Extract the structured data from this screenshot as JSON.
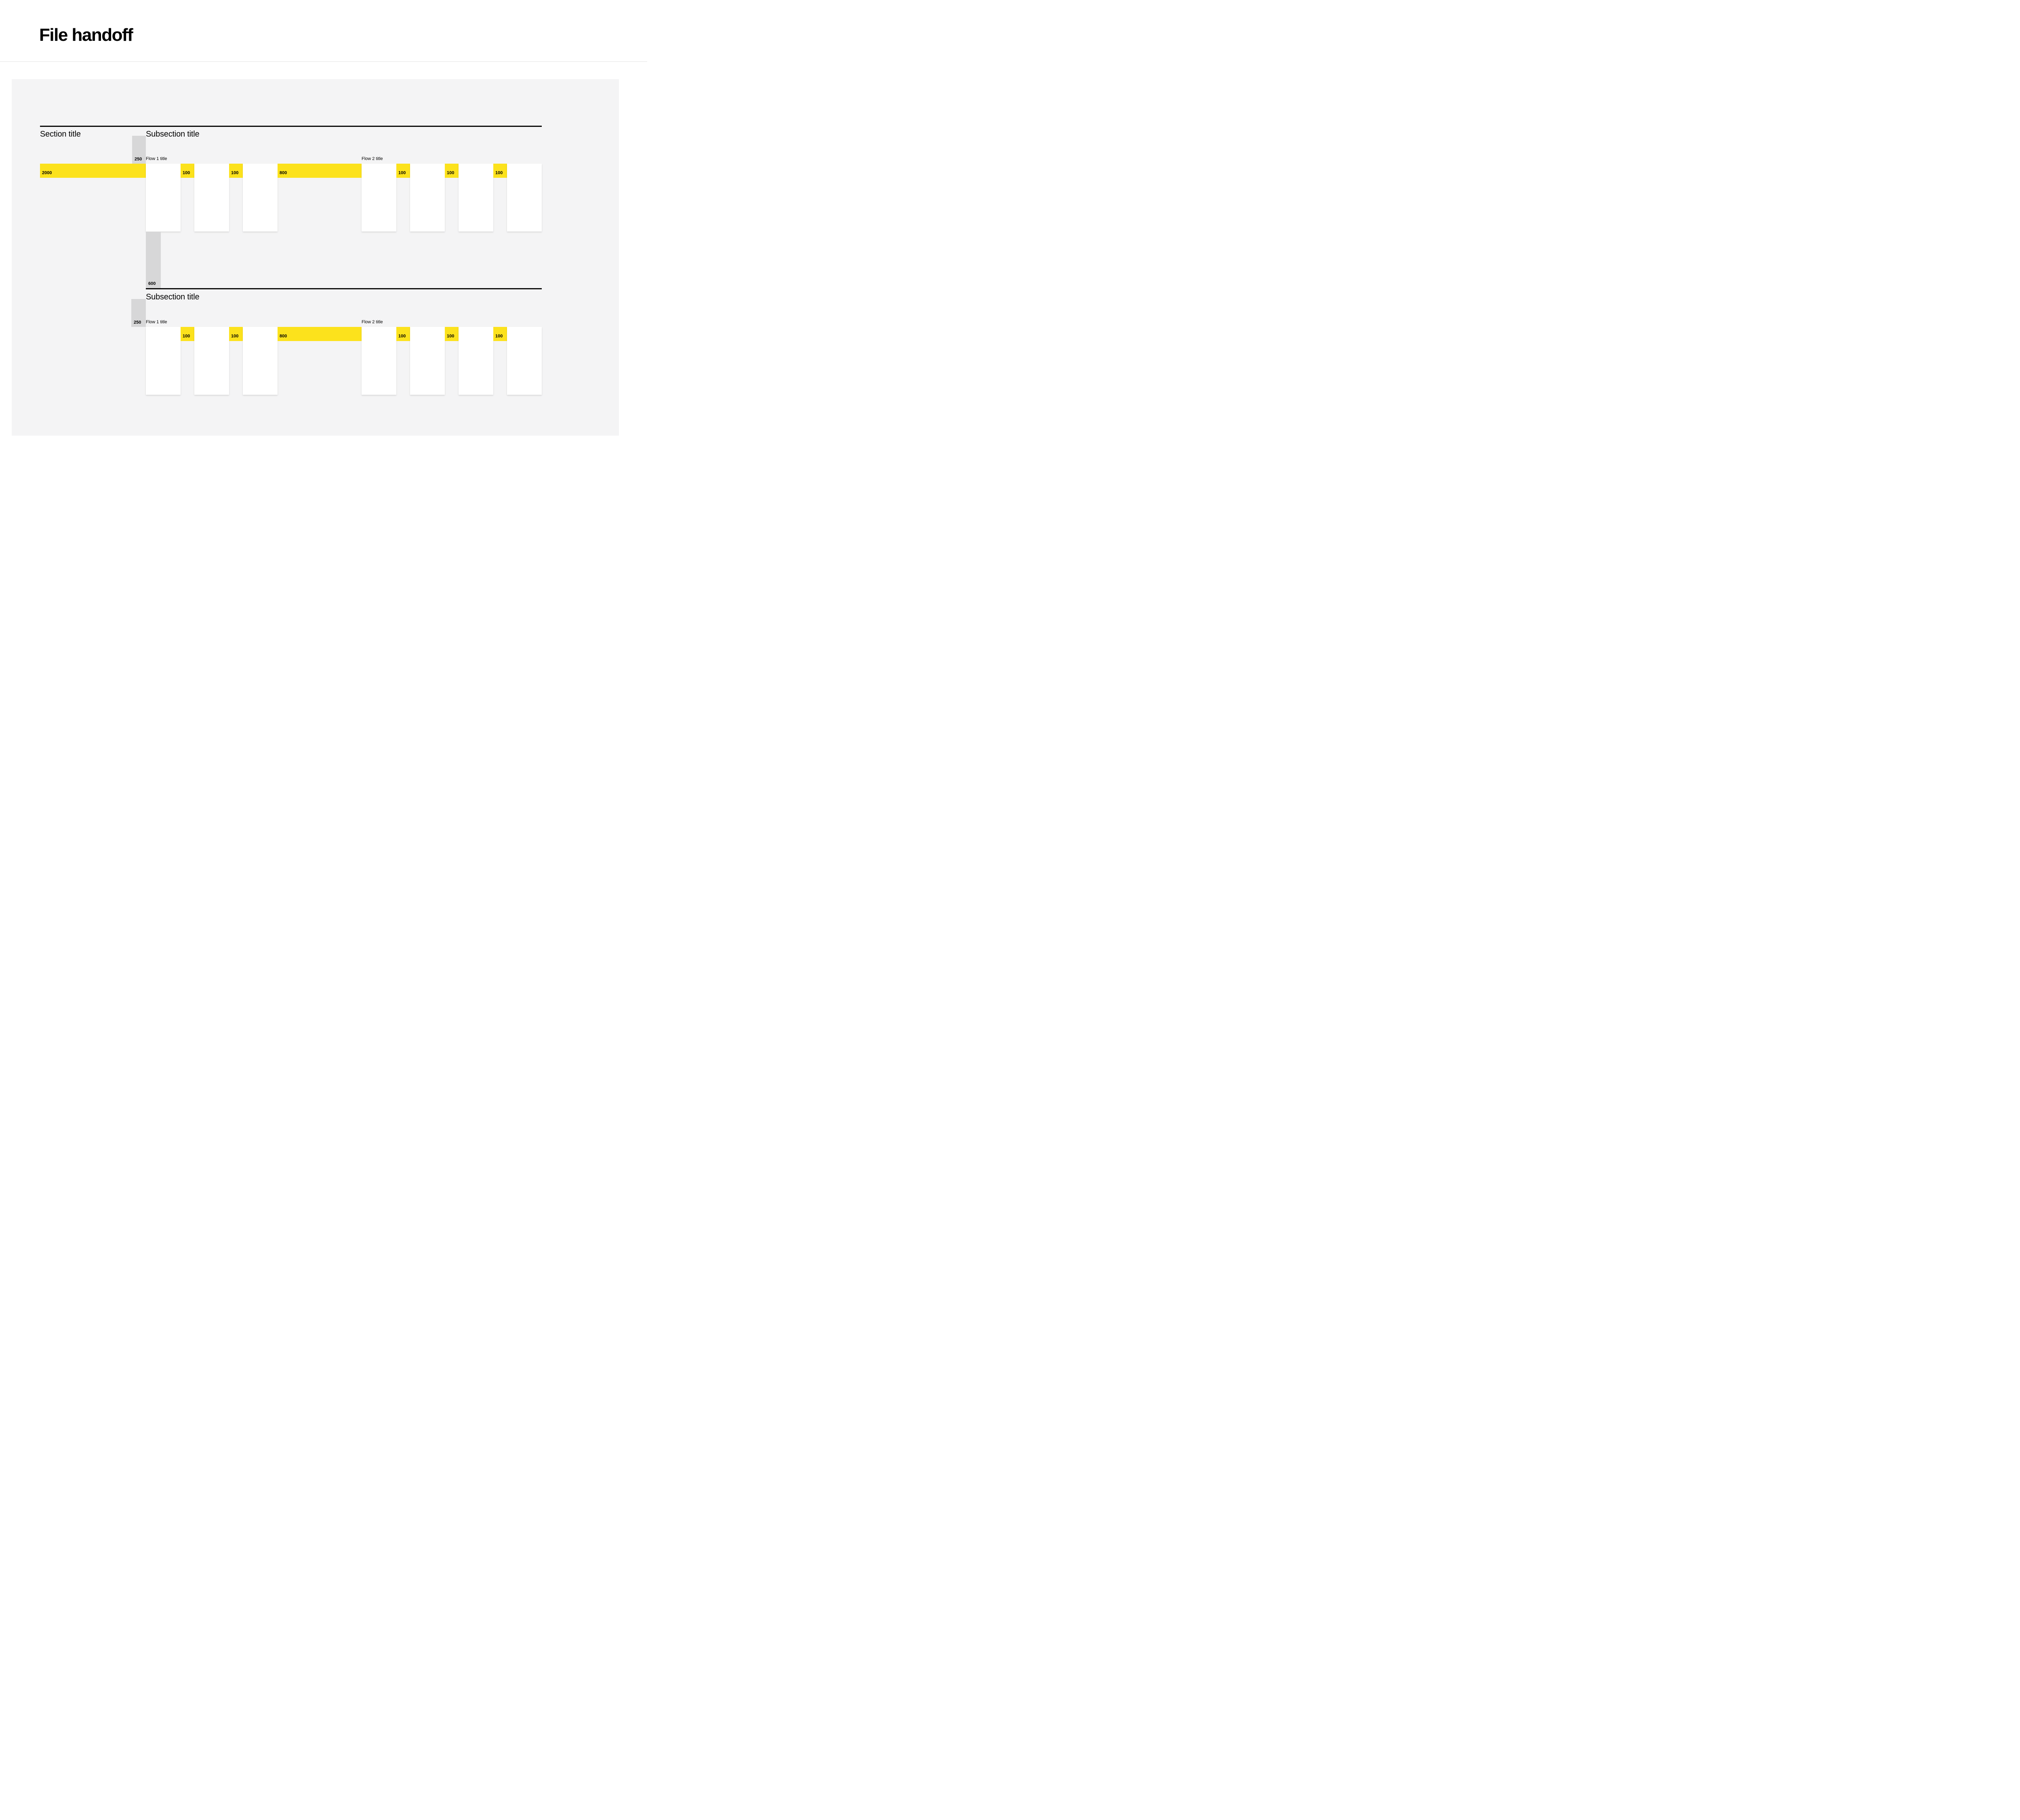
{
  "header": {
    "title": "File handoff"
  },
  "colors": {
    "accent_yellow": "#FCE21C",
    "spacer_gray": "#D7D7D8",
    "panel_background": "#F4F4F5",
    "divider_black": "#0B0B0B",
    "header_border": "#E2E2E2"
  },
  "panel": {
    "section": {
      "title": "Section title"
    },
    "subsection1": {
      "title": "Subsection title",
      "spacer_250": "250",
      "section_gap": "2000",
      "flow1": {
        "title": "Flow 1 title",
        "gaps": [
          "100",
          "100"
        ]
      },
      "flow_gap": "800",
      "flow2": {
        "title": "Flow 2 title",
        "gaps": [
          "100",
          "100",
          "100"
        ]
      },
      "row_gap": "600"
    },
    "subsection2": {
      "title": "Subsection title",
      "spacer_250": "250",
      "flow1": {
        "title": "Flow 1 title",
        "gaps": [
          "100",
          "100"
        ]
      },
      "flow_gap": "800",
      "flow2": {
        "title": "Flow 2 title",
        "gaps": [
          "100",
          "100",
          "100"
        ]
      }
    }
  }
}
